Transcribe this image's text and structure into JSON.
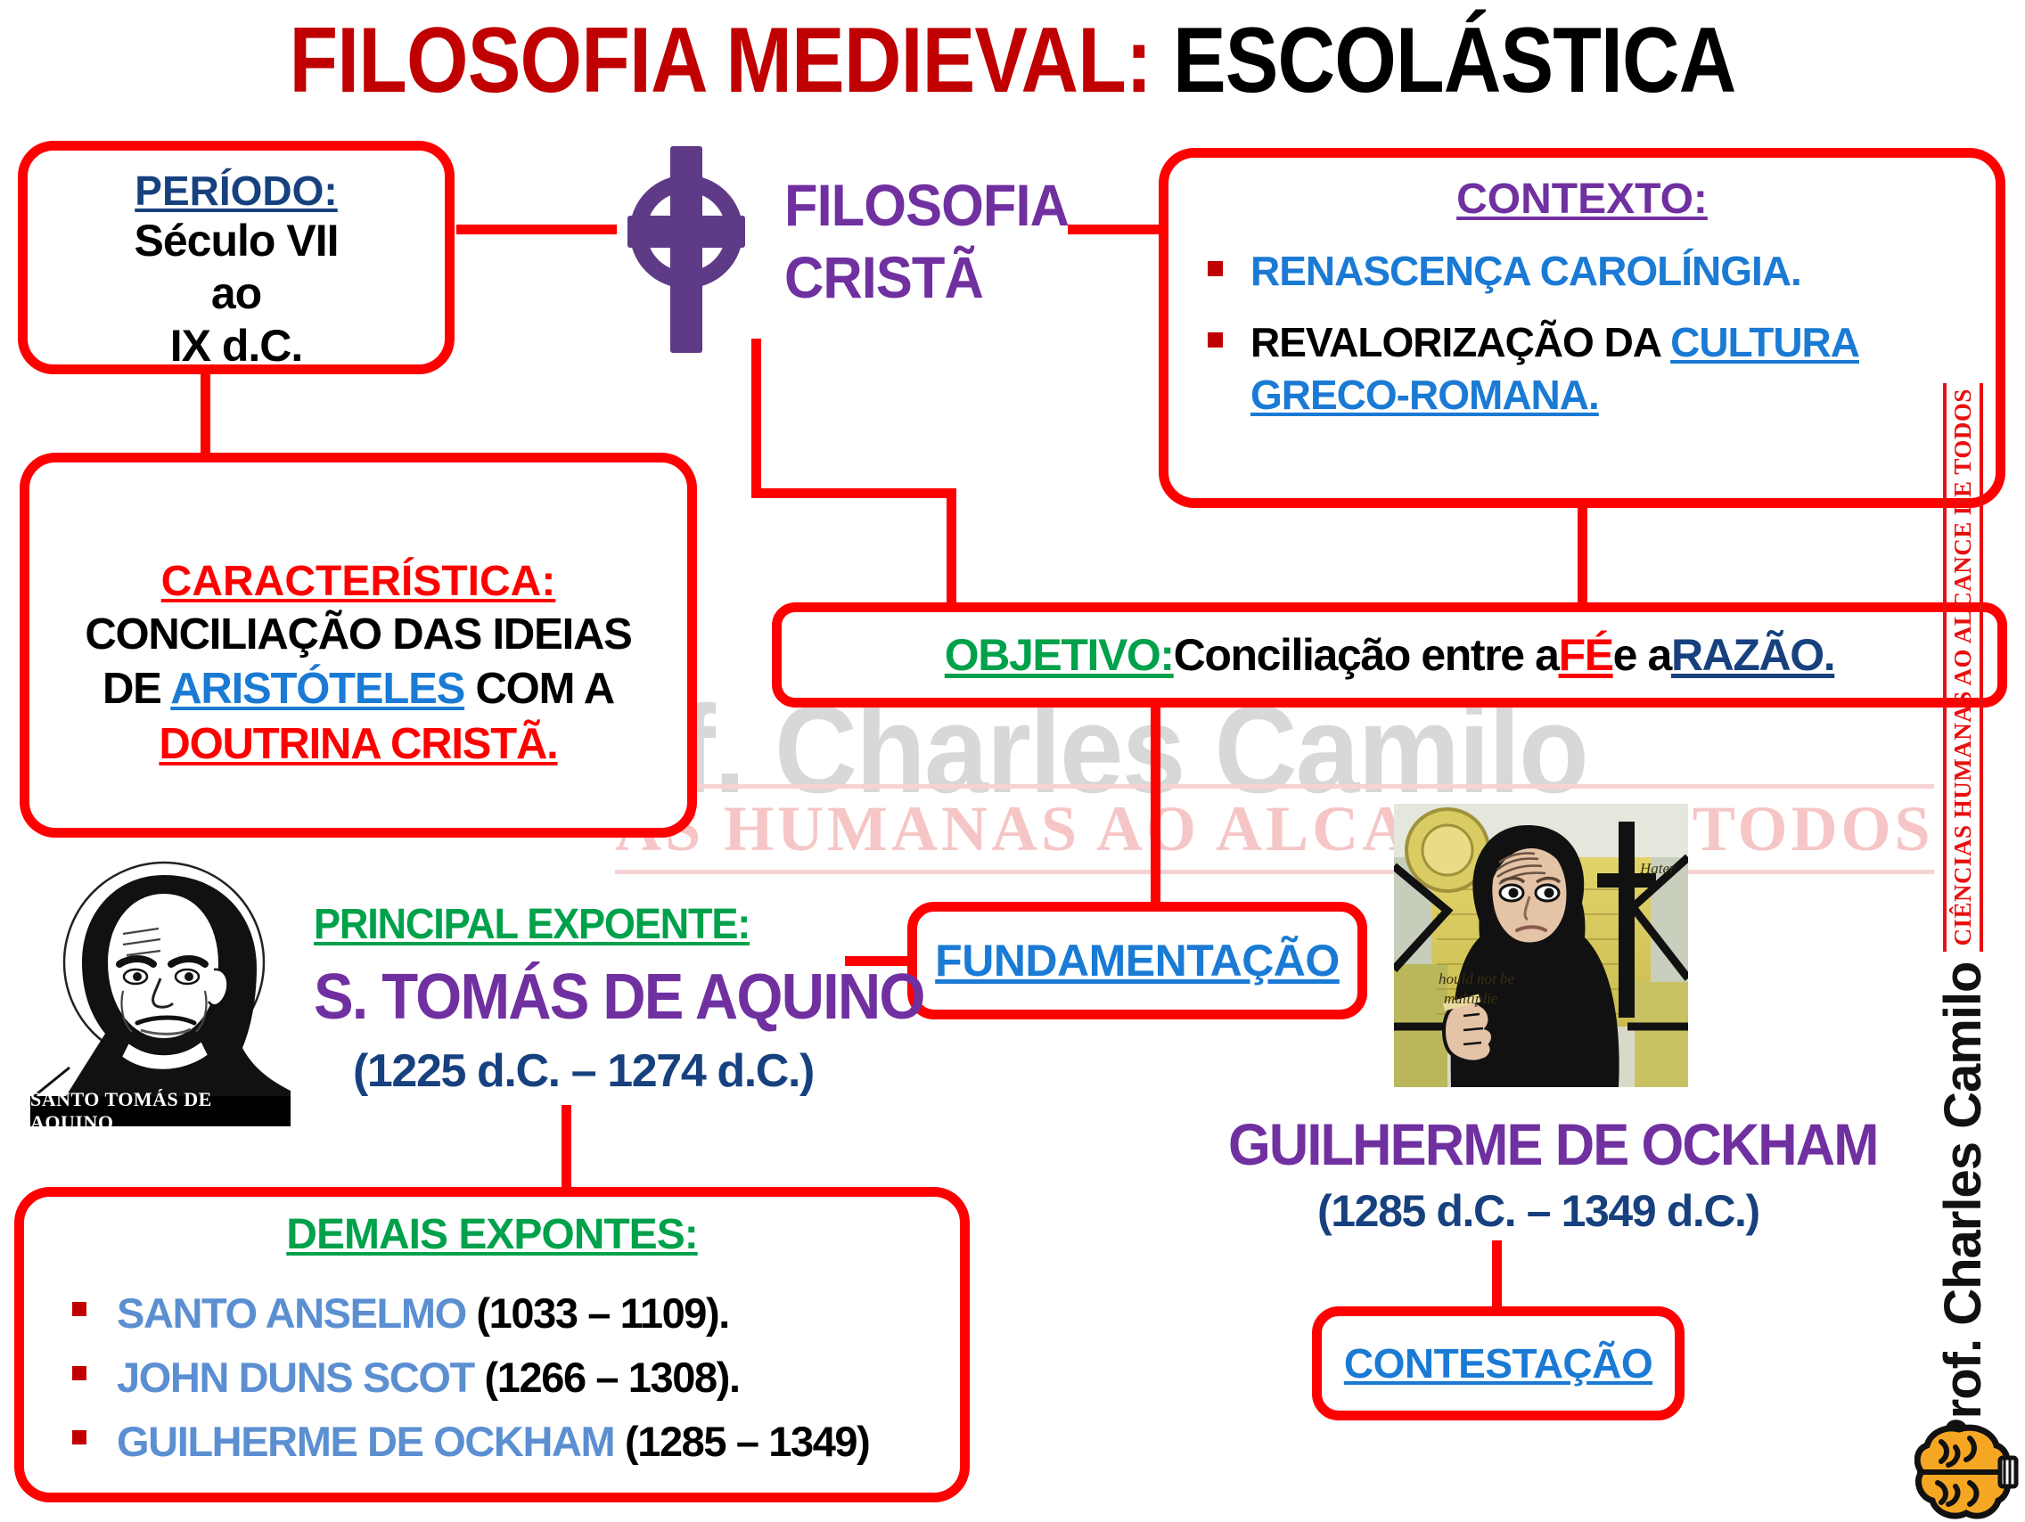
{
  "title": {
    "part_red": "FILOSOFIA MEDIEVAL:",
    "part_black": " ESCOLÁSTICA"
  },
  "center": {
    "icon": "celtic-cross-icon",
    "label_line1": "FILOSOFIA",
    "label_line2": "CRISTÃ",
    "color": "#7030a0"
  },
  "periodo": {
    "header": "PERÍODO:",
    "line1": "Século VII",
    "line2": "ao",
    "line3": "IX d.C.",
    "header_color": "#17417e"
  },
  "caracteristica": {
    "header": "CARACTERÍSTICA:",
    "line1": "CONCILIAÇÃO DAS IDEIAS",
    "line2_a": "DE ",
    "line2_b": "ARISTÓTELES",
    "line2_c": " COM A",
    "line3": "DOUTRINA CRISTÃ.",
    "header_color": "#ff0000",
    "highlight_color": "#1a7ad4"
  },
  "contexto": {
    "header": "CONTEXTO:",
    "header_color": "#7030a0",
    "items": [
      {
        "text": "RENASCENÇA CAROLÍNGIA.",
        "color": "#1a7ad4"
      },
      {
        "prefix": "REVALORIZAÇÃO DA ",
        "link": "CULTURA GRECO-ROMANA.",
        "color": "#1a7ad4"
      }
    ]
  },
  "objetivo": {
    "header": "OBJETIVO:",
    "text_a": " Conciliação entre a ",
    "word_fe": "FÉ",
    "text_b": "  e a ",
    "word_razao": "RAZÃO.",
    "header_color": "#00a14b",
    "fe_color": "#ff0000",
    "razao_color": "#17417e"
  },
  "fundamentacao": {
    "label": "FUNDAMENTAÇÃO",
    "color": "#1a7ad4"
  },
  "contestacao": {
    "label": "CONTESTAÇÃO",
    "color": "#1a7ad4"
  },
  "principal_expoente": {
    "header": "PRINCIPAL EXPOENTE:",
    "header_color": "#00a14b",
    "name": "S. TOMÁS DE AQUINO",
    "name_color": "#7030a0",
    "dates": "(1225 d.C. – 1274 d.C.)",
    "dates_color": "#17417e",
    "portrait_caption": "SANTO TOMÁS DE AQUINO"
  },
  "ockham": {
    "name": "GUILHERME DE OCKHAM",
    "name_color": "#7030a0",
    "dates": "(1285 d.C. – 1349 d.C.)",
    "dates_color": "#17417e",
    "image": "ockham-stained-glass-image"
  },
  "demais_expontes": {
    "header": "DEMAIS EXPONTES:",
    "header_color": "#00a14b",
    "items": [
      {
        "name": "SANTO ANSELMO",
        "dates": " (1033 – 1109)."
      },
      {
        "name": "JOHN DUNS SCOT",
        "dates": " (1266 – 1308)."
      },
      {
        "name": "GUILHERME DE OCKHAM",
        "dates": " (1285 – 1349)"
      }
    ],
    "name_color": "#5b8fd1",
    "dates_color": "#000000"
  },
  "signature": {
    "name": "Prof. Charles Camilo",
    "tagline": "CIÊNCIAS HUMANAS AO ALCANCE DE TODOS",
    "tagline_color": "#e8100f",
    "logo": "brain-lightbulb-icon"
  },
  "watermark": {
    "name": "f. Charles Camilo",
    "tagline": "AS HUMANAS AO ALCANCE DE TODOS"
  },
  "theme": {
    "connector_color": "#ff0000",
    "box_border_color": "#ff0000",
    "background": "#ffffff"
  }
}
